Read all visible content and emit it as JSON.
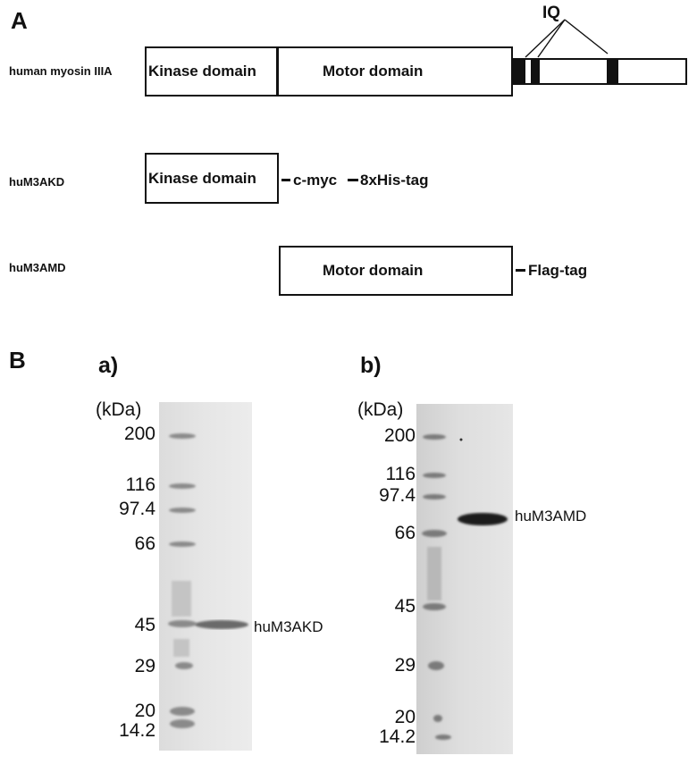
{
  "panel_a": {
    "letter": "A",
    "iq_label": "IQ",
    "constructs": [
      {
        "name": "human myosin IIIA",
        "kinase": "Kinase domain",
        "motor": "Motor domain"
      },
      {
        "name": "huM3AKD",
        "kinase": "Kinase domain",
        "tag1": "c-myc",
        "tag2": "8xHis-tag"
      },
      {
        "name": "huM3AMD",
        "motor": "Motor domain",
        "tag": "Flag-tag"
      }
    ]
  },
  "panel_b": {
    "letter": "B",
    "gels": [
      {
        "sub_label": "a)",
        "unit": "(kDa)",
        "markers": [
          "200",
          "116",
          "97.4",
          "66",
          "45",
          "29",
          "20",
          "14.2"
        ],
        "band_label": "huM3AKD"
      },
      {
        "sub_label": "b)",
        "unit": "(kDa)",
        "markers": [
          "200",
          "116",
          "97.4",
          "66",
          "45",
          "29",
          "20",
          "14.2"
        ],
        "band_label": "huM3AMD"
      }
    ]
  }
}
